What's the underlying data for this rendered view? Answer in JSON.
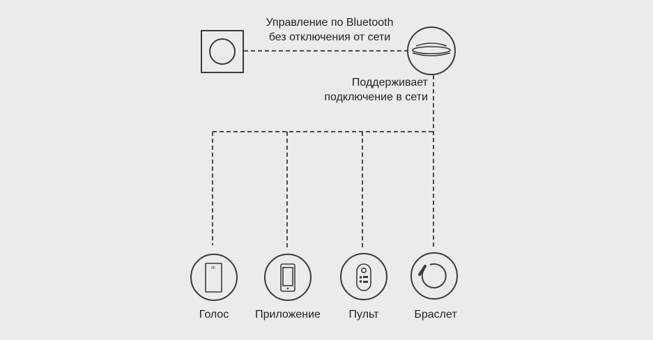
{
  "top_label": {
    "line1": "Управление по Bluetooth",
    "line2": "без отключения от сети"
  },
  "network_label": {
    "line1": "Поддерживает",
    "line2": "подключение в сети"
  },
  "devices": [
    {
      "label": "Голос",
      "icon": "speaker-icon"
    },
    {
      "label": "Приложение",
      "icon": "smartphone-icon"
    },
    {
      "label": "Пульт",
      "icon": "remote-icon"
    },
    {
      "label": "Браслет",
      "icon": "bracelet-icon"
    }
  ],
  "colors": {
    "background": "#ebebeb",
    "line": "#4a4a4a",
    "text": "#222222"
  }
}
